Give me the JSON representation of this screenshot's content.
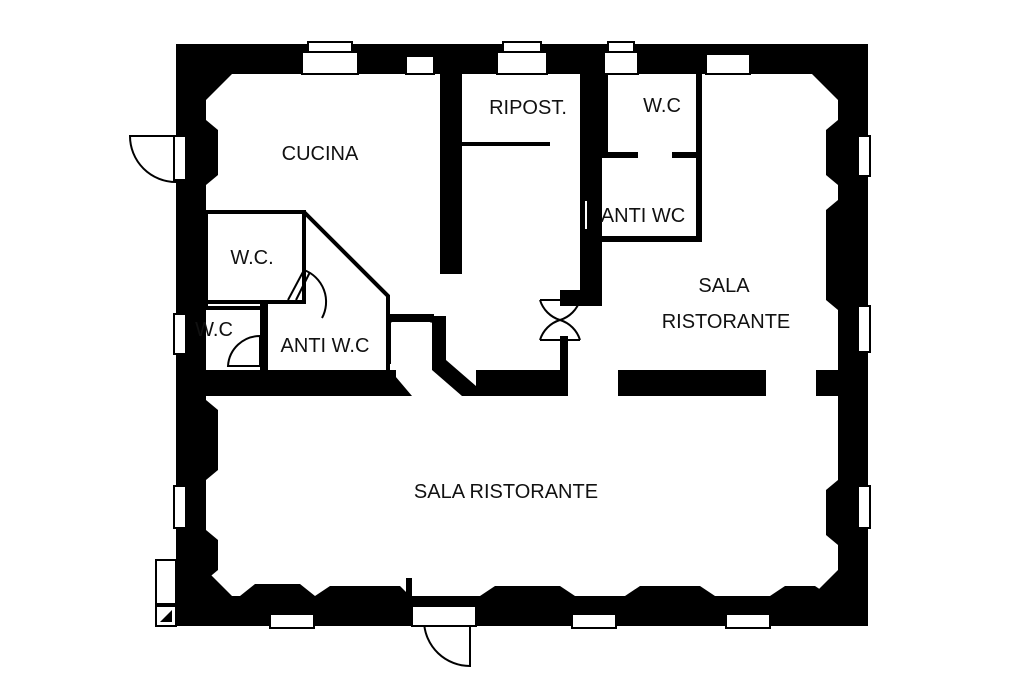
{
  "rooms": {
    "cucina": "CUCINA",
    "ripostiglio": "RIPOST.",
    "wc_top": "W.C",
    "anti_wc_top": "ANTI WC",
    "wc_left": "W.C.",
    "wc_small": "W.C",
    "anti_wc_left": "ANTI W.C",
    "sala_right_line1": "SALA",
    "sala_right_line2": "RISTORANTE",
    "sala_main": "SALA RISTORANTE"
  },
  "colors": {
    "wall": "#000000",
    "background": "#ffffff"
  }
}
